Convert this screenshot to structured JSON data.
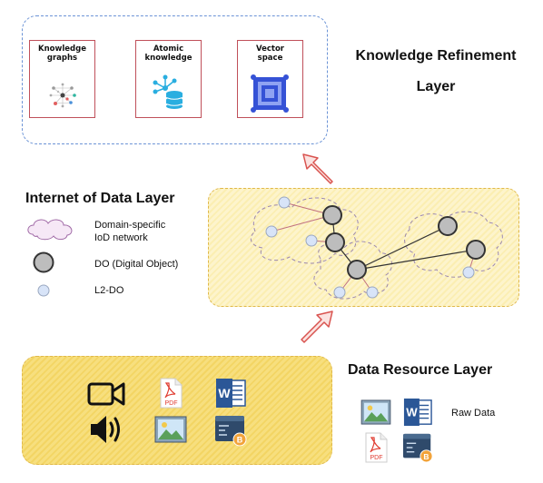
{
  "knowledge_layer": {
    "title_line1": "Knowledge Refinement",
    "title_line2": "Layer",
    "cards": [
      {
        "line1": "Knowledge",
        "line2": "graphs",
        "icon": "graph-icon"
      },
      {
        "line1": "Atomic",
        "line2": "knowledge",
        "icon": "database-network-icon"
      },
      {
        "line1": "Vector",
        "line2": "space",
        "icon": "vector-square-icon"
      }
    ]
  },
  "iod_layer": {
    "title": "Internet of Data Layer",
    "legend": {
      "cloud_line1": "Domain-specific",
      "cloud_line2": "IoD network",
      "do_label": "DO (Digital Object)",
      "l2do_label": "L2-DO"
    }
  },
  "data_layer": {
    "title": "Data Resource Layer",
    "raw_data_label": "Raw Data",
    "icons": [
      "video-camera-icon",
      "pdf-icon",
      "word-doc-icon",
      "speaker-icon",
      "image-icon",
      "code-bitcoin-icon"
    ],
    "raw_icons": [
      "image-icon",
      "word-doc-icon",
      "pdf-icon",
      "code-bitcoin-icon"
    ]
  },
  "colors": {
    "blue_frame": "#6b93d6",
    "yellow_frame": "#e0b84a",
    "yellow_fill": "#f7e39a",
    "arrow": "#d9534f",
    "card_border": "#c0505a",
    "l2do_fill": "#d8e4f8"
  }
}
